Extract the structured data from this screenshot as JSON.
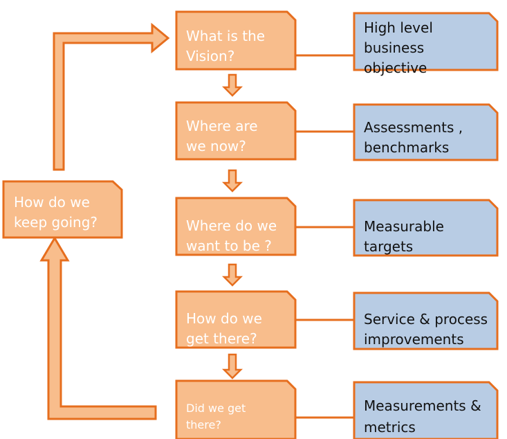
{
  "colors": {
    "box_fill": "#f8bd8c",
    "box_stroke": "#e66e1e",
    "blue_fill": "#b8cce4",
    "arrow_fill": "#f8bd8c"
  },
  "steps": [
    {
      "label": "What is the\nVision?"
    },
    {
      "label": "Where are\nwe now?"
    },
    {
      "label": "Where do we\nwant to be ?"
    },
    {
      "label": "How do we\nget there?"
    },
    {
      "label": "Did we get\nthere?"
    }
  ],
  "outcomes": [
    {
      "label": "High level\nbusiness\nobjective"
    },
    {
      "label": "Assessments ,\nbenchmarks"
    },
    {
      "label": "Measurable\ntargets"
    },
    {
      "label": "Service & process\nimprovements"
    },
    {
      "label": "Measurements &\nmetrics"
    }
  ],
  "loop": {
    "label": "How do we\nkeep going?"
  }
}
